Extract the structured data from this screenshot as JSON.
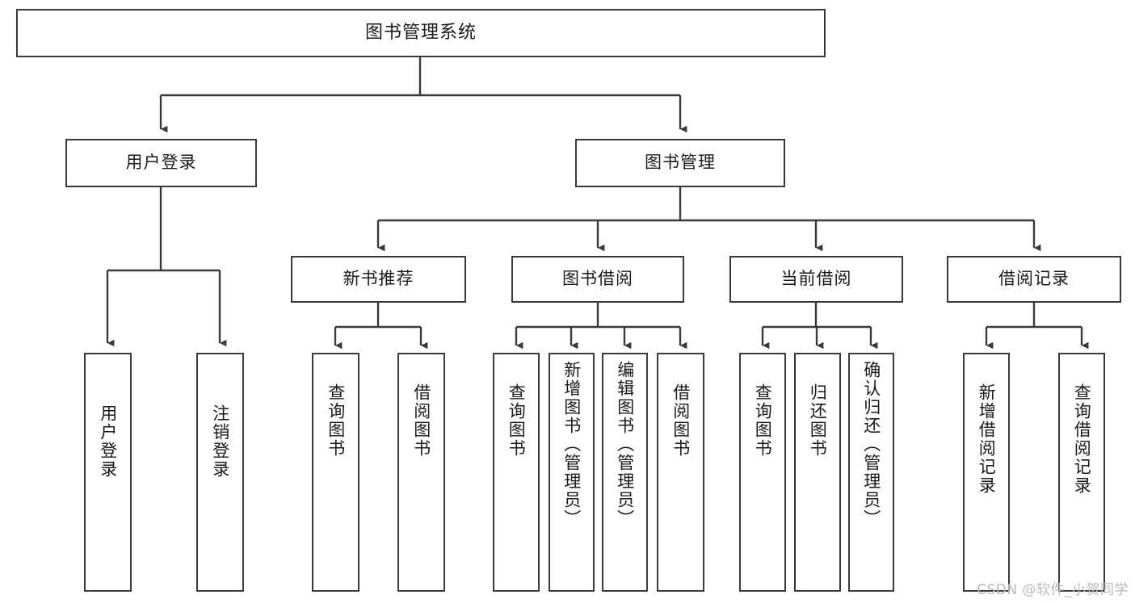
{
  "diagram": {
    "title": "图书管理系统",
    "type": "tree",
    "watermark": "CSDN @软件_小贺同学",
    "colors": {
      "box_border": "#3a3a3a",
      "box_fill": "#ffffff",
      "edge": "#3a3a3a",
      "text": "#1a1a1a",
      "watermark": "#b9b9b9",
      "background": "#ffffff"
    },
    "levels": {
      "root": {
        "label": "图书管理系统"
      },
      "level2": [
        {
          "label": "用户登录"
        },
        {
          "label": "图书管理"
        }
      ],
      "level3": [
        {
          "label": "新书推荐",
          "parent": "图书管理"
        },
        {
          "label": "图书借阅",
          "parent": "图书管理"
        },
        {
          "label": "当前借阅",
          "parent": "图书管理"
        },
        {
          "label": "借阅记录",
          "parent": "图书管理"
        }
      ],
      "leaves": [
        {
          "label": "用户登录",
          "parent": "用户登录"
        },
        {
          "label": "注销登录",
          "parent": "用户登录"
        },
        {
          "label": "查询图书",
          "parent": "新书推荐"
        },
        {
          "label": "借阅图书",
          "parent": "新书推荐"
        },
        {
          "label": "查询图书",
          "parent": "图书借阅"
        },
        {
          "label": "新增图书（管理员）",
          "parent": "图书借阅"
        },
        {
          "label": "编辑图书（管理员）",
          "parent": "图书借阅"
        },
        {
          "label": "借阅图书",
          "parent": "图书借阅"
        },
        {
          "label": "查询图书",
          "parent": "当前借阅"
        },
        {
          "label": "归还图书",
          "parent": "当前借阅"
        },
        {
          "label": "确认归还（管理员）",
          "parent": "当前借阅"
        },
        {
          "label": "新增借阅记录",
          "parent": "借阅记录"
        },
        {
          "label": "查询借阅记录",
          "parent": "借阅记录"
        }
      ]
    }
  }
}
